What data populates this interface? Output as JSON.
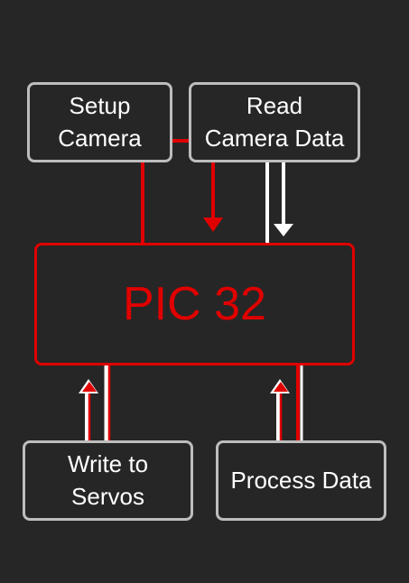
{
  "diagram": {
    "nodes": {
      "setup_camera": {
        "label": "Setup\nCamera"
      },
      "read_camera_data": {
        "label": "Read\nCamera Data"
      },
      "pic32": {
        "label": "PIC 32"
      },
      "write_to_servos": {
        "label": "Write to\nServos"
      },
      "process_data": {
        "label": "Process Data"
      }
    },
    "edges": [
      {
        "from": "setup_camera",
        "to": "pic32",
        "color": "red"
      },
      {
        "from": "setup_camera",
        "to": "read_camera_data",
        "color": "red"
      },
      {
        "from": "read_camera_data",
        "to": "pic32",
        "color": "red",
        "arrow": true
      },
      {
        "from": "read_camera_data",
        "to": "pic32",
        "color": "white",
        "arrow": true
      },
      {
        "from": "write_to_servos",
        "to": "pic32",
        "color": "red-white",
        "arrow": true
      },
      {
        "from": "process_data",
        "to": "pic32",
        "color": "red-white",
        "arrow": true
      }
    ],
    "colors": {
      "background": "#262626",
      "box_border": "#bdbdbd",
      "accent_red": "#e00000",
      "text_white": "#ffffff"
    }
  }
}
